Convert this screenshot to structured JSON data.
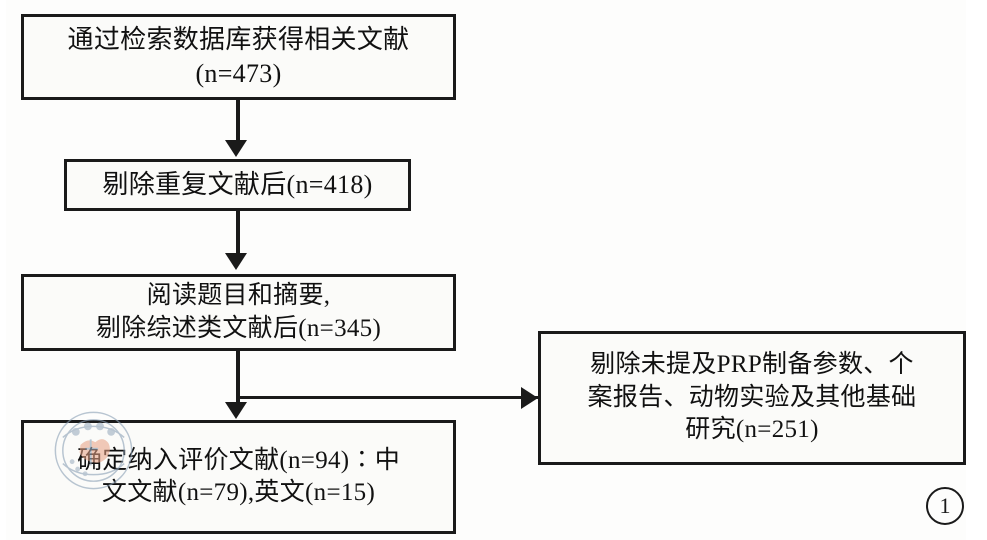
{
  "figure": {
    "marker_label": "1",
    "marker_name": "circled-one"
  },
  "colors": {
    "border": "#1a1a1a",
    "box_fill": "#fbfbf9",
    "background": "#fdfdfc",
    "text": "#111111",
    "watermark_ring": "#8fa3b8",
    "watermark_shape": "#e8a184"
  },
  "flow": {
    "nodes": [
      {
        "id": "search",
        "name": "records-identified-box",
        "text": "通过检索数据库获得相关文献\n(n=473)",
        "count": 473
      },
      {
        "id": "dedup",
        "name": "duplicates-removed-box",
        "text": "剔除重复文献后(n=418)",
        "count": 418
      },
      {
        "id": "screen",
        "name": "title-abstract-screening-box",
        "text": "阅读题目和摘要,\n剔除综述类文献后(n=345)",
        "count": 345
      },
      {
        "id": "included",
        "name": "studies-included-box",
        "text": "确定纳入评价文献(n=94)∶中\n文文献(n=79),英文(n=15)",
        "count": 94,
        "chinese_count": 79,
        "english_count": 15
      },
      {
        "id": "excluded",
        "name": "records-excluded-box",
        "text": "剔除未提及PRP制备参数、个\n案报告、动物实验及其他基础\n研究(n=251)",
        "count": 251
      }
    ],
    "connectors": [
      {
        "id": "search-to-dedup",
        "from": "search",
        "to": "dedup",
        "direction": "down"
      },
      {
        "id": "dedup-to-screen",
        "from": "dedup",
        "to": "screen",
        "direction": "down"
      },
      {
        "id": "screen-to-included",
        "from": "screen",
        "to": "included",
        "direction": "down"
      },
      {
        "id": "screen-to-excluded",
        "from": "screen",
        "to": "excluded",
        "direction": "right"
      }
    ]
  }
}
